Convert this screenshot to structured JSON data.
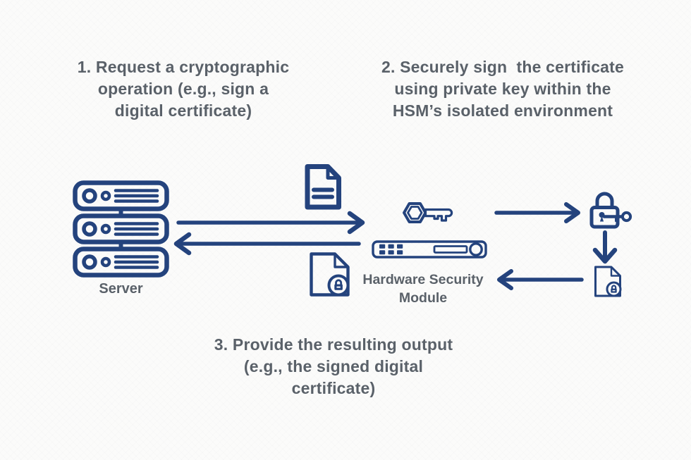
{
  "colors": {
    "icon_navy": "#24437d",
    "text_gray": "#5a6169",
    "background": "#fbfbfa"
  },
  "steps": [
    {
      "id": 1,
      "lines": [
        "1. Request a cryptographic",
        "operation (e.g., sign a",
        "digital certificate)"
      ]
    },
    {
      "id": 2,
      "lines": [
        "2. Securely sign  the certificate",
        "using private key within the",
        "HSM’s isolated environment"
      ]
    },
    {
      "id": 3,
      "lines": [
        "3. Provide the resulting output",
        "(e.g., the signed digital",
        "certificate)"
      ]
    }
  ],
  "nodes": {
    "server_label": "Server",
    "hsm_label_line1": "Hardware Security",
    "hsm_label_line2": "Module"
  },
  "icons": {
    "server": "server-stack-icon",
    "request_document": "document-icon",
    "private_key": "key-icon",
    "hsm_device": "hsm-appliance-icon",
    "signing": "padlock-with-key-icon",
    "signed_document_large": "signed-document-lock-icon",
    "signed_document_small": "signed-document-lock-small-icon"
  }
}
